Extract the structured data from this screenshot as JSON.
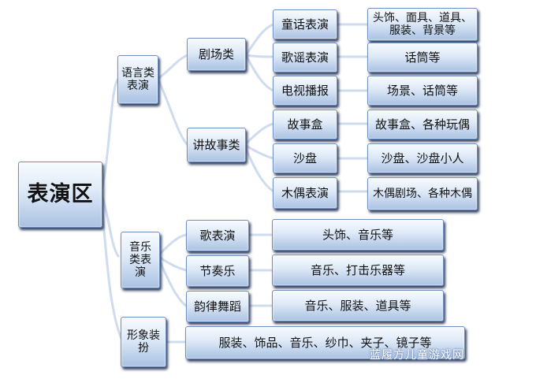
{
  "root": {
    "label": "表演区"
  },
  "categories": {
    "language": {
      "label": "语言类表演"
    },
    "music": {
      "label": "音乐类表演"
    },
    "image": {
      "label": "形象装扮"
    }
  },
  "subcategories": {
    "theater": {
      "label": "剧场类"
    },
    "storytelling": {
      "label": "讲故事类"
    },
    "song_performance": {
      "label": "歌表演"
    },
    "rhythm": {
      "label": "节奏乐"
    },
    "dance": {
      "label": "韵律舞蹈"
    }
  },
  "activities": {
    "fairy_tale": {
      "label": "童话表演"
    },
    "ballad": {
      "label": "歌谣表演"
    },
    "tv_broadcast": {
      "label": "电视播报"
    },
    "story_box": {
      "label": "故事盒"
    },
    "sand_table": {
      "label": "沙盘"
    },
    "puppet": {
      "label": "木偶表演"
    }
  },
  "materials": {
    "fairy_tale": "头饰、面具、道具、服装、背景等",
    "ballad": "话筒等",
    "tv_broadcast": "场景、话筒等",
    "story_box": "故事盒、各种玩偶",
    "sand_table": "沙盘、沙盘小人",
    "puppet": "木偶剧场、各种木偶",
    "song_performance": "头饰、音乐等",
    "rhythm": "音乐、打击乐器等",
    "dance": "音乐、服装、道具等",
    "image": "服装、饰品、音乐、纱巾、夹子、镜子等"
  },
  "watermark": "蓝履方儿童游戏网",
  "colors": {
    "box_top": "#f8fbff",
    "box_bottom": "#a9c1e2",
    "border": "#6f8fbe",
    "connector": "#c9d8ec"
  }
}
